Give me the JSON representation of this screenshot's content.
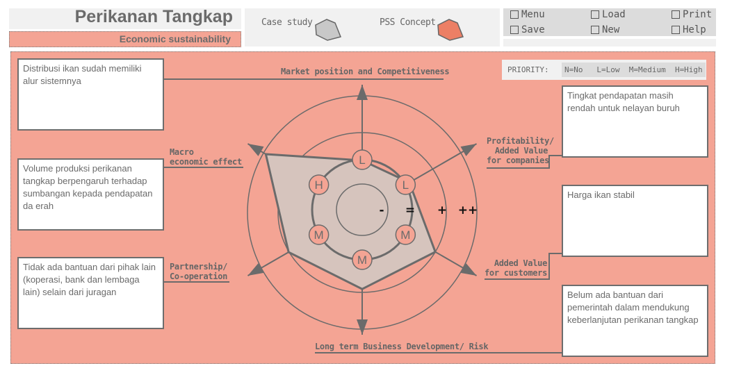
{
  "header": {
    "title": "Perikanan Tangkap",
    "subtitle": "Economic sustainability"
  },
  "legend": {
    "case_study_label": "Case study",
    "case_study_color": "#c8c8c8",
    "pss_concept_label": "PSS Concept",
    "pss_concept_color": "#ec7f65"
  },
  "menu": {
    "items": [
      {
        "label": "Menu"
      },
      {
        "label": "Load"
      },
      {
        "label": "Print"
      },
      {
        "label": "Save"
      },
      {
        "label": "New"
      },
      {
        "label": "Help"
      }
    ]
  },
  "priority": {
    "label": "PRIORITY:",
    "legend": "N=No   L=Low  M=Medium  H=High"
  },
  "colors": {
    "panel_bg": "#f4a494",
    "polygon_fill": "#d6c4bd",
    "line": "#6b6b6b",
    "marker_fill": "#f4a494"
  },
  "notes": [
    {
      "text": "Distribusi ikan sudah memiliki alur sistemnya"
    },
    {
      "text": "Volume produksi perikanan tangkap berpengaruh terhadap sumbangan kepada pendapatan da erah"
    },
    {
      "text": "Tidak ada bantuan dari pihak lain (koperasi, bank dan lembaga lain) selain dari juragan"
    },
    {
      "text": "Tingkat pendapatan masih rendah untuk nelayan buruh"
    },
    {
      "text": "Harga ikan stabil"
    },
    {
      "text": "Belum ada bantuan dari pemerintah dalam mendukung keberlanjutan perikanan tangkap"
    }
  ],
  "axes": [
    {
      "label": "Market position and Competitiveness"
    },
    {
      "label_line1": "Profitability/",
      "label_line2": "Added Value",
      "label_line3": "for companies"
    },
    {
      "label_line1": "Added Value",
      "label_line2": "for customers"
    },
    {
      "label": "Long term Business Development/ Risk"
    },
    {
      "label_line1": "Partnership/",
      "label_line2": "Co-operation"
    },
    {
      "label_line1": "Macro",
      "label_line2": "economic effect"
    }
  ],
  "scale_labels": [
    "-",
    "=",
    "+",
    "++"
  ],
  "chart_data": {
    "type": "radar",
    "title": "Economic sustainability",
    "scale": [
      "-",
      "=",
      "+",
      "++"
    ],
    "axes": [
      "Market position and Competitiveness",
      "Profitability/ Added Value for companies",
      "Added Value for customers",
      "Long term Business Development/ Risk",
      "Partnership/ Co-operation",
      "Macro economic effect"
    ],
    "series": [
      {
        "name": "Case study",
        "values": [
          0.97,
          1.08,
          1.63,
          1.53,
          1.64,
          2.16
        ]
      }
    ],
    "scale_note": "0 = '-' ring, 1 = '=' ring, 1.5 = '+' ring, 2.2 = '++' ring",
    "priorities": [
      "L",
      "L",
      "M",
      "M",
      "M",
      "H"
    ]
  }
}
